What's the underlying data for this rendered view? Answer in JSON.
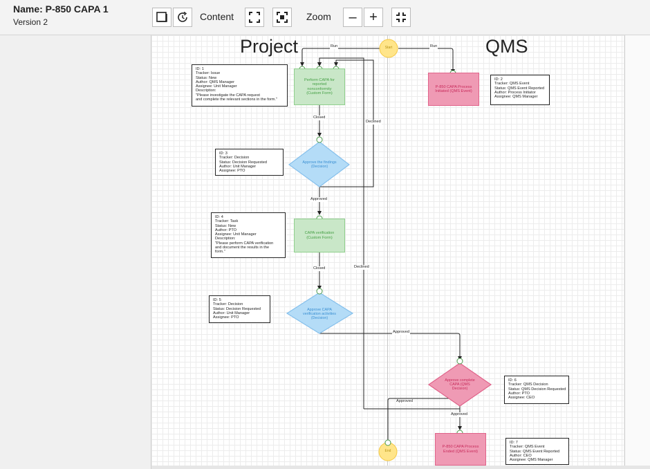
{
  "header": {
    "title": "Name: P-850 CAPA 1",
    "version": "Version 2",
    "content_label": "Content",
    "zoom_label": "Zoom",
    "zoom_out": "–",
    "zoom_in": "+"
  },
  "lanes": {
    "project": "Project",
    "qms": "QMS"
  },
  "nodes": {
    "start": "Start",
    "end": "End",
    "perform_capa": "Perform CAPA for reported nonconformity (Custom Form)",
    "approve_findings": "Approve the findings (Decision)",
    "capa_verification": "CAPA verification (Custom Form)",
    "approve_verification": "Approve CAPA verification activities (Decision)",
    "process_initiated": "P-850 CAPA Process Initiated (QMS Event)",
    "approve_complete": "Approve complete CAPA (QMS Decision)",
    "process_ended": "P-850 CAPA Process Ended (QMS Event)"
  },
  "edges": {
    "run_left": "Run",
    "run_right": "Run",
    "closed1": "Closed",
    "declined1": "Declined",
    "approved1": "Approved",
    "closed2": "Closed",
    "declined2": "Declined",
    "approved2": "Approved",
    "approved3": "Approved",
    "approved4": "Approved"
  },
  "infoboxes": {
    "id1": [
      "ID: 1",
      "Tracker: Issue",
      "Status: New",
      "Author: QMS Manager",
      "Assignee: Unit Manager",
      "Description:",
      "\"Please investigate the CAPA request",
      "and complete the relevant sections in the form.\""
    ],
    "id2": [
      "ID: 2",
      "Tracker: QMS Event",
      "Status: QMS Event Reported",
      "Author: Process Initiator",
      "Assignee: QMS Manager"
    ],
    "id3": [
      "ID: 3",
      "Tracker: Decision",
      "Status: Decision Requested",
      "Author: Unit Manager",
      "Assignee: PTO"
    ],
    "id4": [
      "ID: 4",
      "Tracker: Task",
      "Status: New",
      "Author: PTO",
      "Assignee: Unit Manager",
      "Description:",
      "\"Please perform CAPA verification",
      "and document the results in the",
      "form.\""
    ],
    "id5": [
      "ID: 5",
      "Tracker: Decision",
      "Status: Decision Requested",
      "Author: Unit Manager",
      "Assignee: PTO"
    ],
    "id6": [
      "ID: 6",
      "Tracker: QMS Decision",
      "Status: QMS Decision Requested",
      "Author: PTO",
      "Assignee: CEO"
    ],
    "id7": [
      "ID: 7",
      "Tracker: QMS Event",
      "Status: QMS Event Reported",
      "Author: CEO",
      "Assignee: QMS Manager"
    ]
  },
  "colors": {
    "task_fill": "#c9e7c8",
    "decision_fill": "#b4dcf7",
    "qms_fill": "#ef9ab4",
    "start_fill": "#ffe58a"
  }
}
